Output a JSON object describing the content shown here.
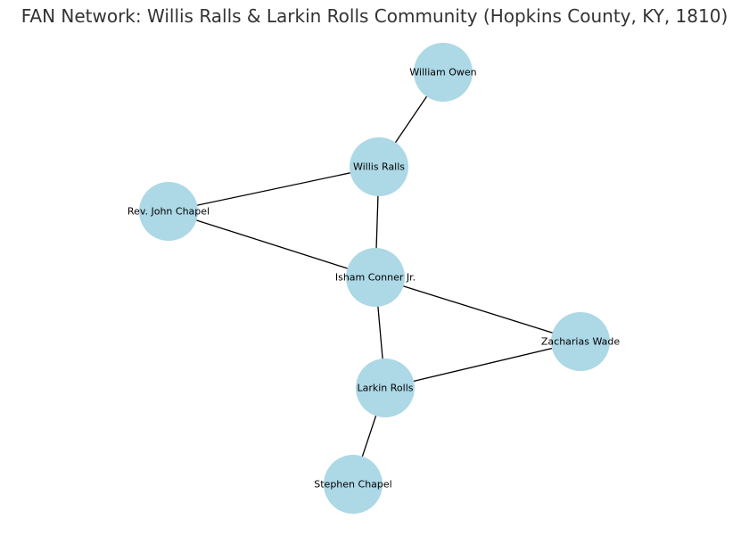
{
  "title": "FAN Network: Willis Ralls & Larkin Rolls Community (Hopkins County, KY, 1810)",
  "colors": {
    "node": "#ADD8E6",
    "edge": "#000000",
    "title": "#333333"
  },
  "nodes": [
    {
      "id": "owen",
      "label": "William Owen"
    },
    {
      "id": "willis",
      "label": "Willis Ralls"
    },
    {
      "id": "rev",
      "label": "Rev. John Chapel"
    },
    {
      "id": "isham",
      "label": "Isham Conner Jr."
    },
    {
      "id": "zach",
      "label": "Zacharias Wade"
    },
    {
      "id": "larkin",
      "label": "Larkin Rolls"
    },
    {
      "id": "stephen",
      "label": "Stephen Chapel"
    }
  ],
  "edges": [
    [
      "owen",
      "willis"
    ],
    [
      "willis",
      "rev"
    ],
    [
      "willis",
      "isham"
    ],
    [
      "rev",
      "isham"
    ],
    [
      "isham",
      "zach"
    ],
    [
      "isham",
      "larkin"
    ],
    [
      "larkin",
      "zach"
    ],
    [
      "larkin",
      "stephen"
    ]
  ]
}
